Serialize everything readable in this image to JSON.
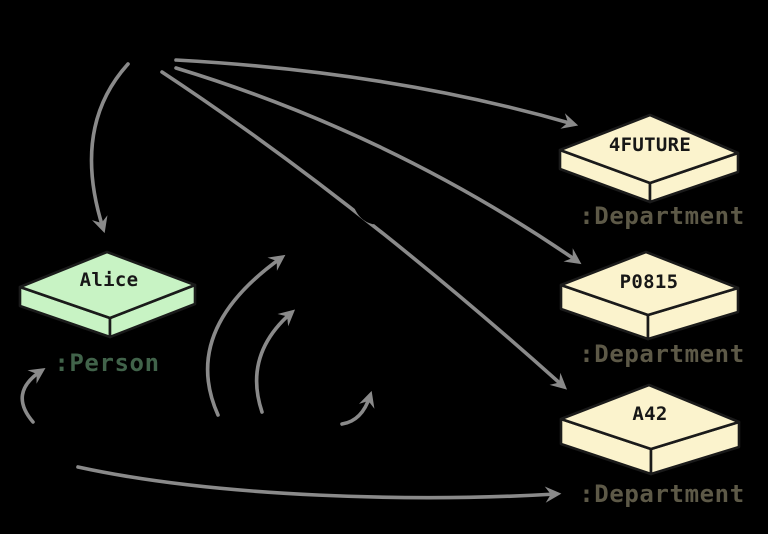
{
  "nodes": {
    "alice": {
      "label": "Alice",
      "type": ":Person"
    },
    "future": {
      "label": "4FUTURE",
      "type": ":Department"
    },
    "p0815": {
      "label": "P0815",
      "type": ":Department"
    },
    "a42": {
      "label": "A42",
      "type": ":Department"
    }
  },
  "edges": [
    {
      "id": "edge-to-alice",
      "target": "alice-node"
    },
    {
      "id": "edge-to-4future",
      "target": "4future-node"
    },
    {
      "id": "edge-to-p0815",
      "target": "p0815-node"
    },
    {
      "id": "edge-to-a42",
      "target": "a42-node"
    },
    {
      "id": "edge-arc-left",
      "target": "unlabeled"
    },
    {
      "id": "edge-arc-middle",
      "target": "unlabeled"
    },
    {
      "id": "edge-arc-right",
      "target": "unlabeled"
    },
    {
      "id": "edge-to-person-label",
      "target": "person-type-label"
    },
    {
      "id": "edge-to-a42-department-label",
      "target": "a42-department-type-label"
    }
  ],
  "colors": {
    "background": "#000000",
    "person_fill": "#c8f3c4",
    "department_fill": "#fbf3cd",
    "node_outline": "#1a1a1a",
    "node_label_text": "#171717",
    "person_type_text": "#41634a",
    "department_type_text": "#5d5947",
    "edge": "#8a8a8a"
  }
}
